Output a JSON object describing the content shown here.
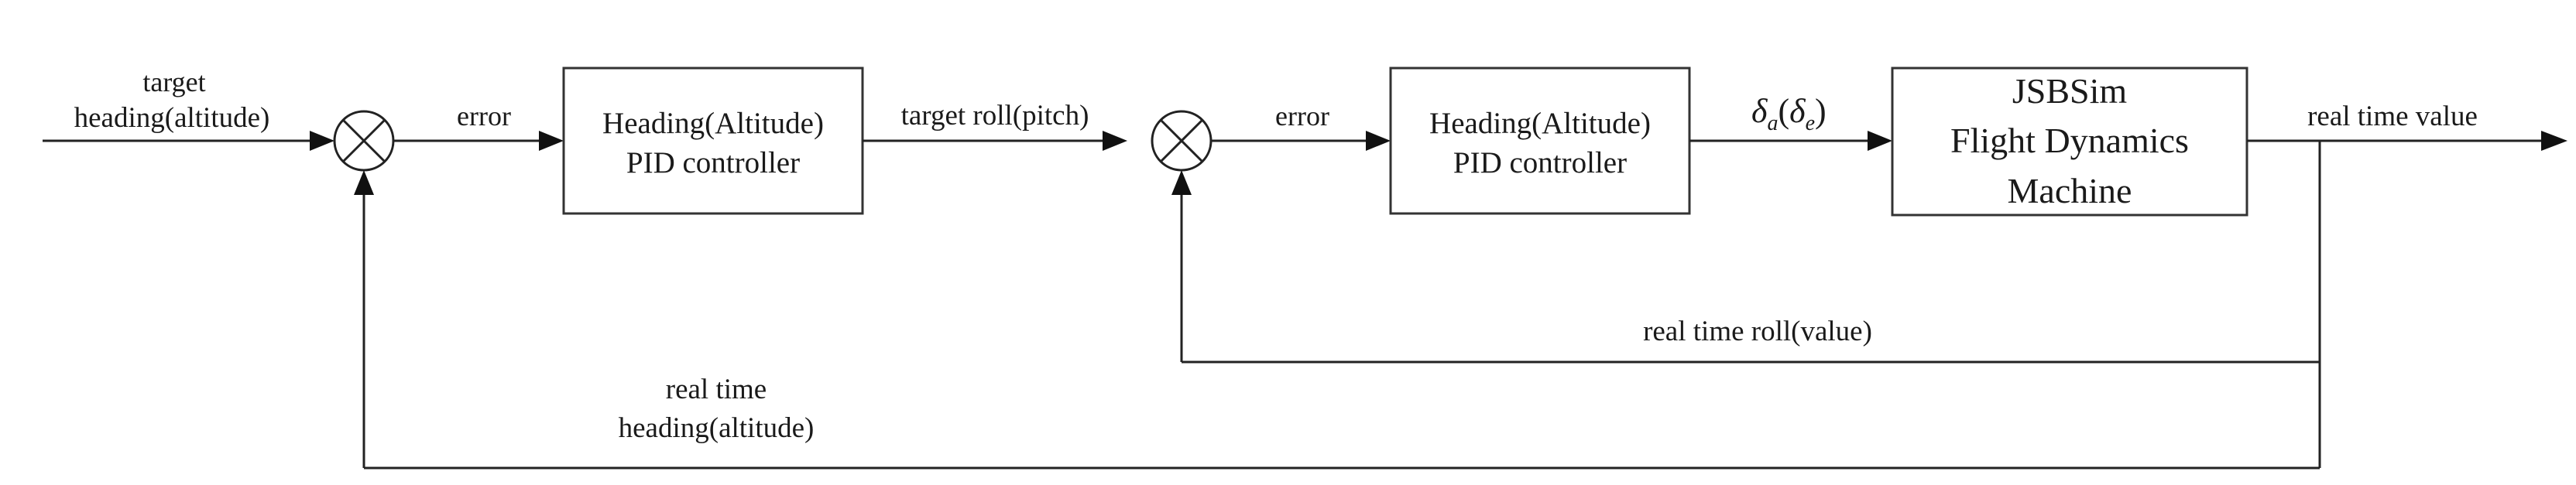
{
  "input": {
    "line1": "target",
    "line2": "heading(altitude)"
  },
  "outer_loop": {
    "error_label": "error",
    "controller_line1": "Heading(Altitude)",
    "controller_line2": "PID controller",
    "output_label": "target roll(pitch)",
    "feedback_line1": "real time",
    "feedback_line2": "heading(altitude)"
  },
  "inner_loop": {
    "error_label": "error",
    "controller_line1": "Heading(Altitude)",
    "controller_line2": "PID controller",
    "signal_main_a": "δ",
    "signal_sub_a": "a",
    "signal_open": "(",
    "signal_main_b": "δ",
    "signal_sub_b": "e",
    "signal_close": ")",
    "feedback_label": "real time roll(value)"
  },
  "plant": {
    "line1": "JSBSim",
    "line2": "Flight Dynamics",
    "line3": "Machine"
  },
  "output": {
    "label": "real time value"
  },
  "icons": [
    "summing-junction-icon",
    "arrowhead-icon"
  ]
}
